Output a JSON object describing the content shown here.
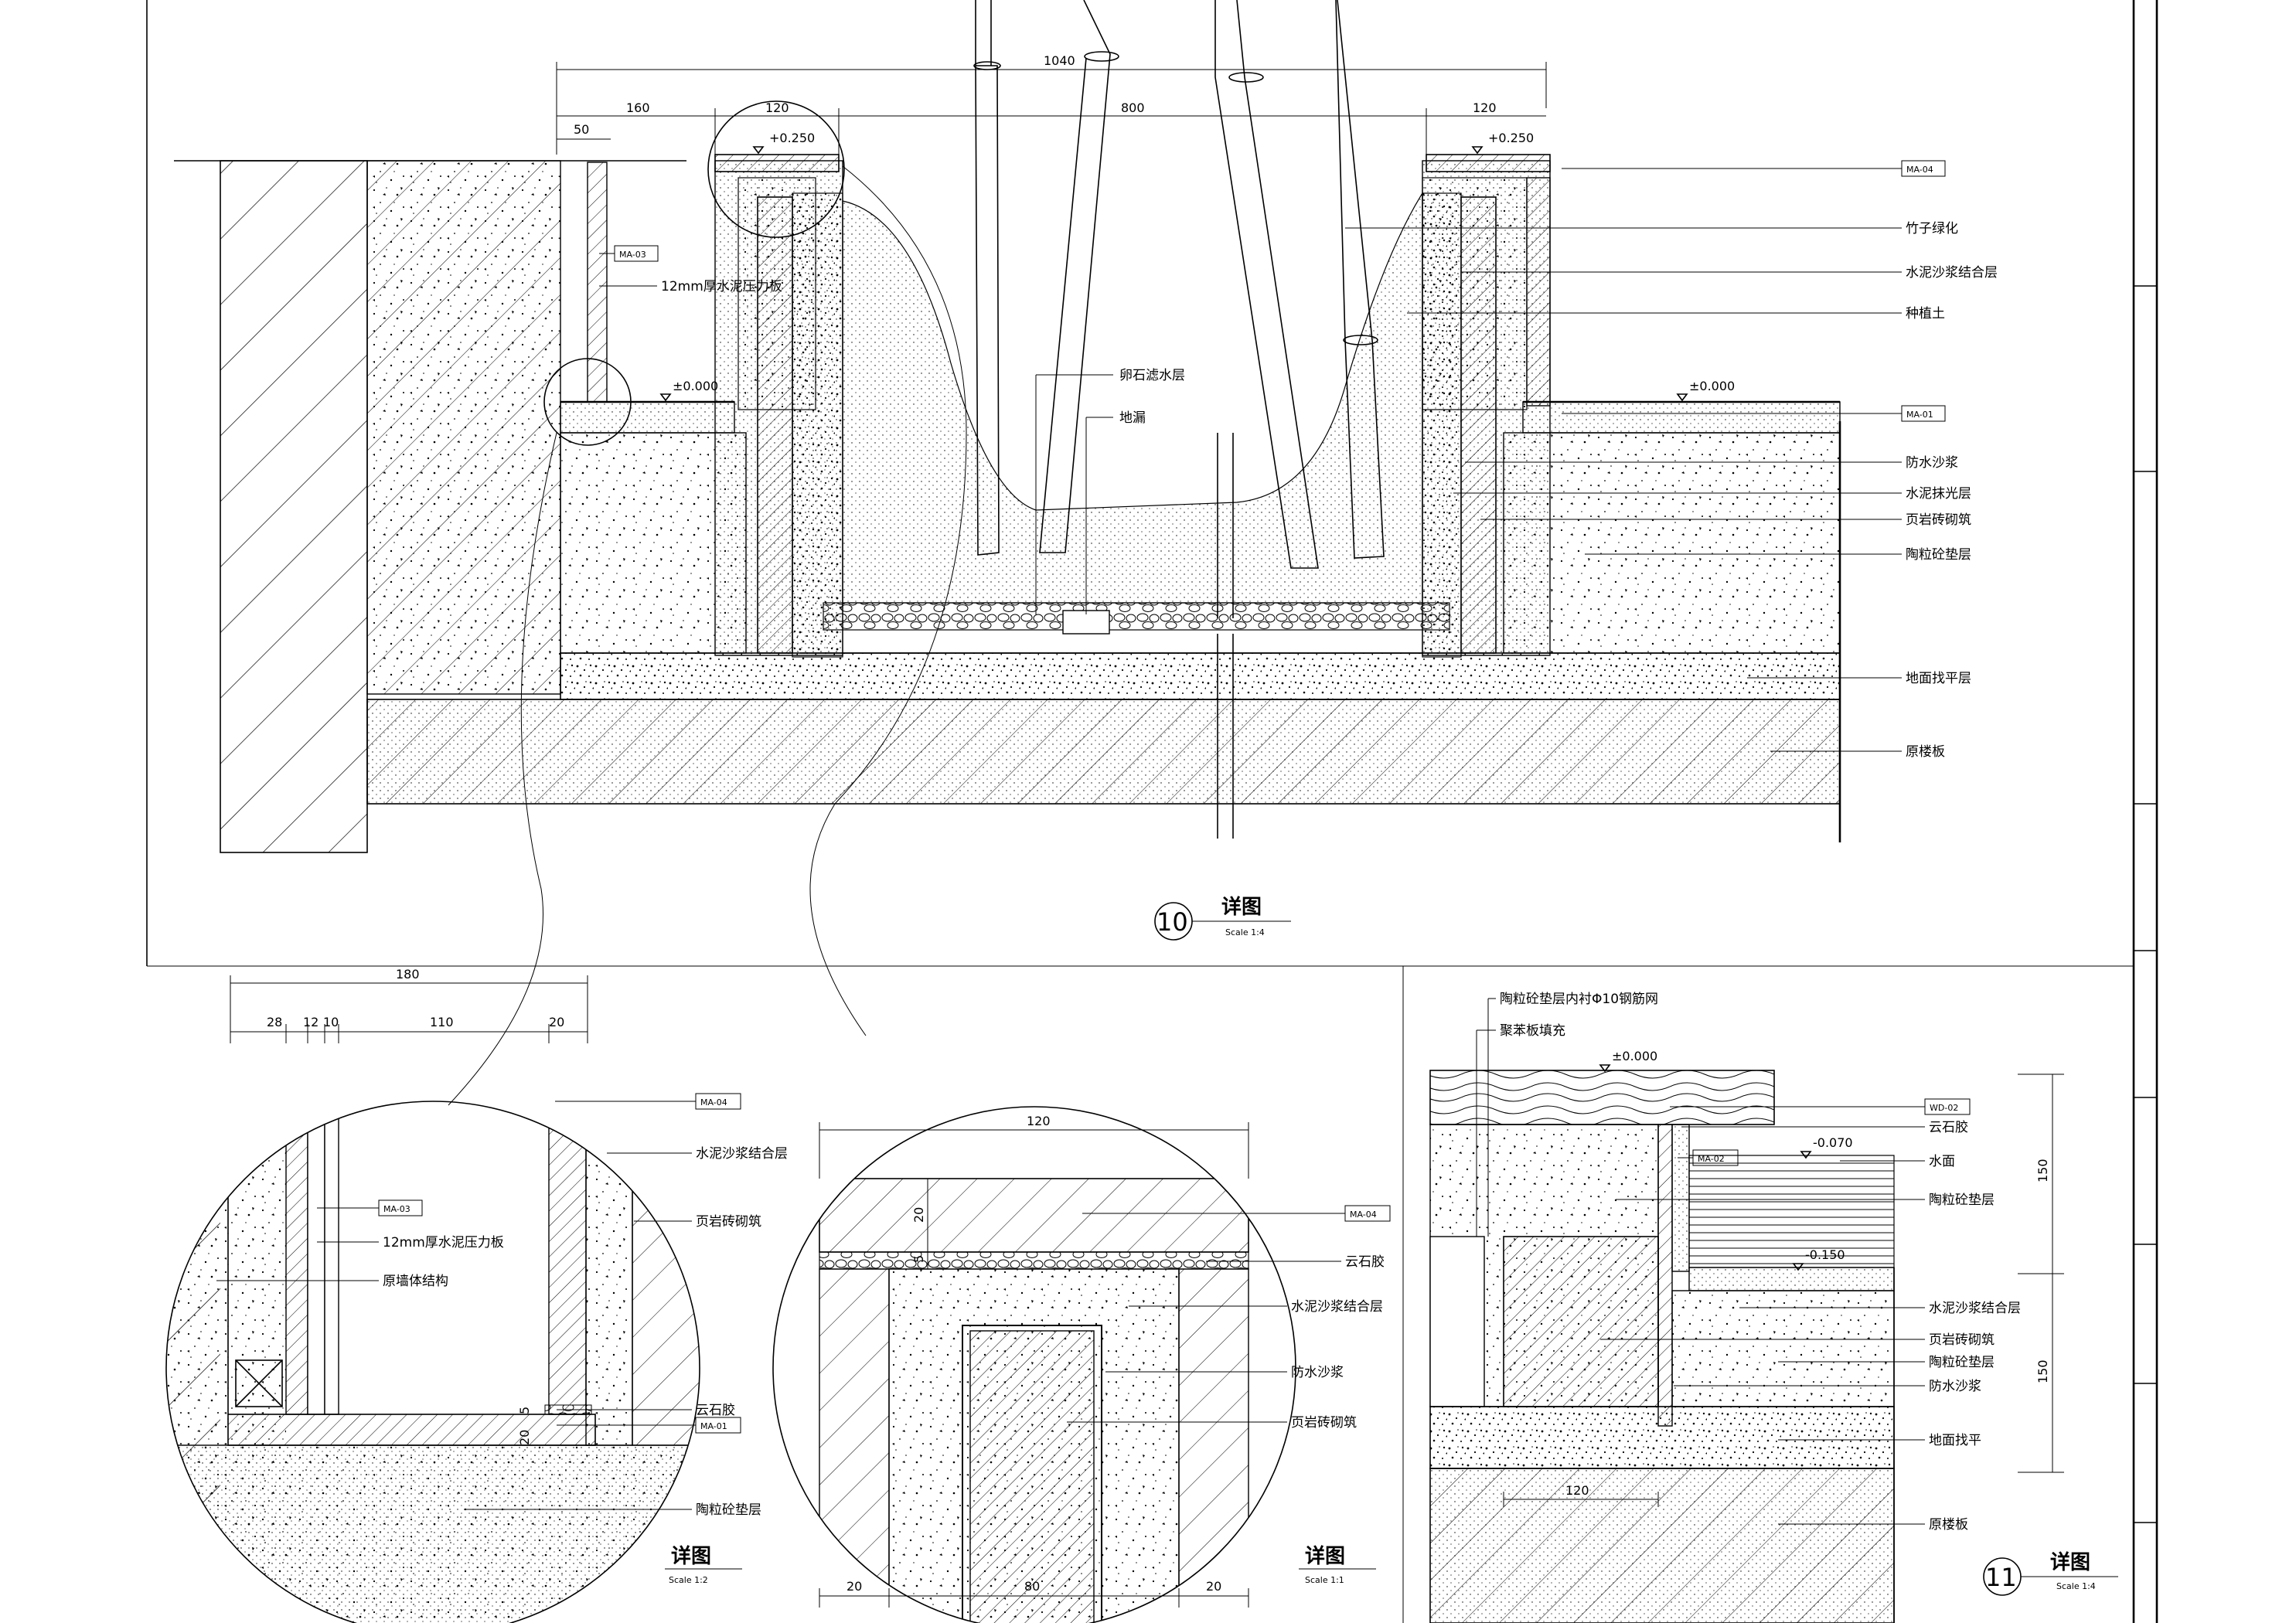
{
  "detail10": {
    "dims": {
      "total": "1040",
      "d160": "160",
      "d120a": "120",
      "d800": "800",
      "d120b": "120",
      "d50": "50"
    },
    "elev": {
      "top_left": "+0.250",
      "top_right": "+0.250",
      "floor_left": "±0.000",
      "floor_right": "±0.000"
    },
    "tags": {
      "ma04": "MA-04",
      "ma03": "MA-03",
      "ma01": "MA-01"
    },
    "labels": {
      "board": "12mm厚水泥压力板",
      "pebble": "卵石滤水层",
      "drain": "地漏",
      "bamboo": "竹子绿化",
      "mortar_bond": "水泥沙浆结合层",
      "soil": "种植土",
      "waterproof": "防水沙浆",
      "cement_polish": "水泥抹光层",
      "shale": "页岩砖砌筑",
      "ceramsite": "陶粒砼垫层",
      "leveling": "地面找平层",
      "slab": "原楼板"
    },
    "title": "详图",
    "num": "10",
    "scale": "Scale 1:4"
  },
  "detail_a": {
    "dims": {
      "total": "180",
      "d28": "28",
      "d12": "12",
      "d10": "10",
      "d110": "110",
      "d20": "20",
      "v20": "20",
      "v5": "5"
    },
    "tags": {
      "ma04": "MA-04",
      "ma03": "MA-03",
      "ma01": "MA-01"
    },
    "labels": {
      "mortar_bond": "水泥沙浆结合层",
      "shale": "页岩砖砌筑",
      "board": "12mm厚水泥压力板",
      "wall": "原墙体结构",
      "glue": "云石胶",
      "ceramsite": "陶粒砼垫层"
    },
    "title": "详图",
    "scale": "Scale 1:2"
  },
  "detail_b": {
    "dims": {
      "top": "120",
      "b20a": "20",
      "b80": "80",
      "b20b": "20",
      "v20": "20",
      "v5": "5"
    },
    "tags": {
      "ma04": "MA-04"
    },
    "labels": {
      "glue": "云石胶",
      "mortar_bond": "水泥沙浆结合层",
      "waterproof": "防水沙浆",
      "shale": "页岩砖砌筑"
    },
    "title": "详图",
    "scale": "Scale 1:1"
  },
  "detail11": {
    "dims": {
      "v150a": "150",
      "v150b": "150",
      "h120": "120"
    },
    "elev": {
      "top": "±0.000",
      "water": "-0.070",
      "bottom": "-0.150"
    },
    "tags": {
      "wd02": "WD-02",
      "ma02": "MA-02"
    },
    "labels": {
      "rebar": "陶粒砼垫层内衬Φ10钢筋网",
      "foam": "聚苯板填充",
      "glue": "云石胶",
      "water": "水面",
      "ceramsite": "陶粒砼垫层",
      "mortar_bond": "水泥沙浆结合层",
      "shale": "页岩砖砌筑",
      "ceramsite2": "陶粒砼垫层",
      "waterproof": "防水沙浆",
      "leveling": "地面找平",
      "slab": "原楼板"
    },
    "title": "详图",
    "num": "11",
    "scale": "Scale 1:4"
  }
}
